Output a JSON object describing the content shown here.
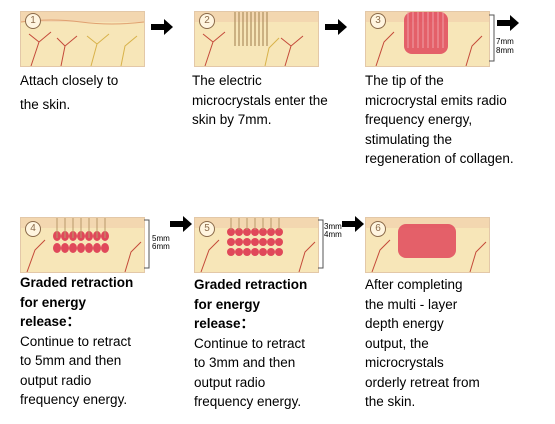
{
  "steps": [
    {
      "num": "1",
      "caption": [
        "Attach closely to",
        "the skin."
      ]
    },
    {
      "num": "2",
      "caption": [
        "The electric",
        "microcrystals enter the",
        "skin by 7mm."
      ]
    },
    {
      "num": "3",
      "depth_top": "7mm",
      "depth_bottom": "8mm",
      "caption": [
        "The tip of the",
        "microcrystal emits radio",
        "frequency energy,",
        "stimulating the",
        "regeneration of collagen."
      ]
    },
    {
      "num": "4",
      "depth_top": "5mm",
      "depth_bottom": "6mm",
      "heading": [
        "Graded retraction",
        "for energy",
        "release："
      ],
      "caption": [
        "Continue to retract",
        "to 5mm and then",
        "output radio",
        "frequency energy."
      ]
    },
    {
      "num": "5",
      "depth_top": "3mm",
      "depth_bottom": "4mm",
      "heading": [
        "Graded retraction",
        "for energy",
        "release："
      ],
      "caption": [
        "Continue to retract",
        "to 3mm and then",
        "output radio",
        "frequency energy."
      ]
    },
    {
      "num": "6",
      "caption": [
        "After completing",
        "the multi - layer",
        "depth energy",
        "output, the",
        "microcrystals",
        "orderly retreat from",
        "the skin."
      ]
    }
  ],
  "colors": {
    "skin_top": "#f3d7b0",
    "skin_fat": "#f7e6b8",
    "energy_red": "#e0485a",
    "needle": "#b89a6a",
    "vessel": "#c44a3a",
    "nerve": "#d8b24a"
  },
  "icons": {
    "arrow": "black-right-arrow-icon"
  }
}
